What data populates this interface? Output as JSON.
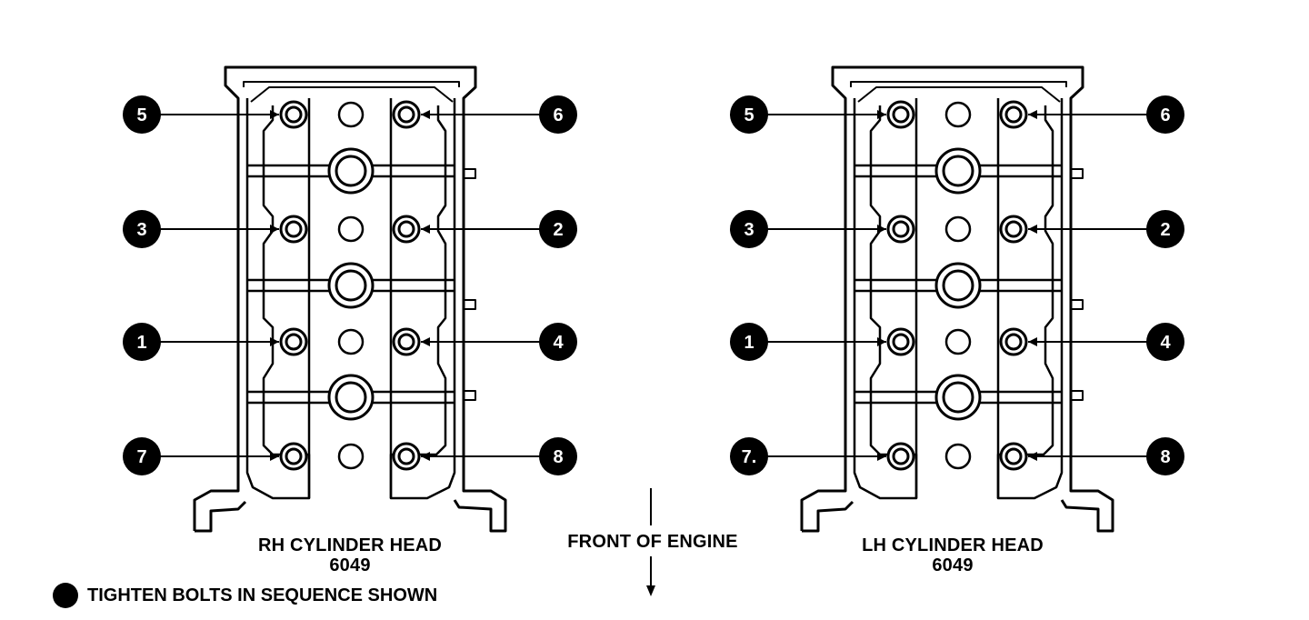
{
  "heads": [
    {
      "caption": "RH CYLINDER HEAD",
      "part_number": "6049",
      "callouts": [
        {
          "label": "5",
          "row": 0,
          "side": "left"
        },
        {
          "label": "6",
          "row": 0,
          "side": "right"
        },
        {
          "label": "3",
          "row": 1,
          "side": "left"
        },
        {
          "label": "2",
          "row": 1,
          "side": "right"
        },
        {
          "label": "1",
          "row": 2,
          "side": "left"
        },
        {
          "label": "4",
          "row": 2,
          "side": "right"
        },
        {
          "label": "7",
          "row": 3,
          "side": "left"
        },
        {
          "label": "8",
          "row": 3,
          "side": "right"
        }
      ]
    },
    {
      "caption": "LH CYLINDER HEAD",
      "part_number": "6049",
      "callouts": [
        {
          "label": "5",
          "row": 0,
          "side": "left"
        },
        {
          "label": "6",
          "row": 0,
          "side": "right"
        },
        {
          "label": "3",
          "row": 1,
          "side": "left"
        },
        {
          "label": "2",
          "row": 1,
          "side": "right"
        },
        {
          "label": "1",
          "row": 2,
          "side": "left"
        },
        {
          "label": "4",
          "row": 2,
          "side": "right"
        },
        {
          "label": "7.",
          "row": 3,
          "side": "left"
        },
        {
          "label": "8",
          "row": 3,
          "side": "right"
        }
      ]
    }
  ],
  "front_label": "FRONT OF ENGINE",
  "legend": {
    "text": "TIGHTEN BOLTS IN SEQUENCE SHOWN"
  },
  "colors": {
    "ink": "#000000",
    "paper": "#ffffff"
  }
}
